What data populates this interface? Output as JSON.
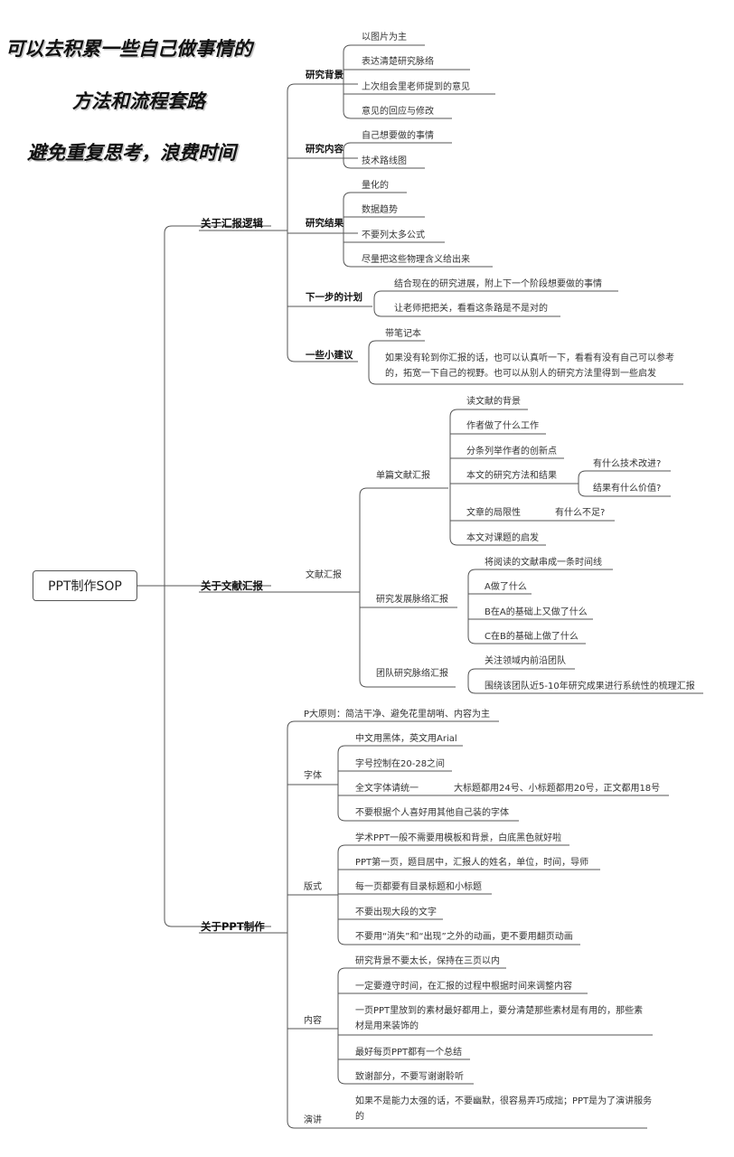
{
  "slogan": {
    "line1": "可以去积累一些自己做事情的",
    "line2": "方法和流程套路",
    "line3": "避免重复思考，浪费时间"
  },
  "root": "PPT制作SOP",
  "report_logic": {
    "title": "关于汇报逻辑",
    "background": {
      "title": "研究背景",
      "items": [
        "以图片为主",
        "表达清楚研究脉络",
        "上次组会里老师提到的意见",
        "意见的回应与修改"
      ]
    },
    "content": {
      "title": "研究内容",
      "items": [
        "自己想要做的事情",
        "技术路线图"
      ]
    },
    "results": {
      "title": "研究结果",
      "items": [
        "量化的",
        "数据趋势",
        "不要列太多公式",
        "尽量把这些物理含义给出来"
      ]
    },
    "next_plan": {
      "title": "下一步的计划",
      "items": [
        "结合现在的研究进展，附上下一个阶段想要做的事情",
        "让老师把把关，看看这条路是不是对的"
      ]
    },
    "tips": {
      "title": "一些小建议",
      "items": [
        "带笔记本",
        "如果没有轮到你汇报的话，也可以认真听一下，看看有没有自己可以参考的，拓宽一下自己的视野。也可以从别人的研究方法里得到一些启发"
      ]
    }
  },
  "literature_report": {
    "title": "关于文献汇报",
    "subtitle": "文献汇报",
    "single": {
      "title": "单篇文献汇报",
      "items": [
        "读文献的背景",
        "作者做了什么工作",
        "分条列举作者的创新点",
        "本文的研究方法和结果",
        "文章的局限性",
        "本文对课题的启发"
      ],
      "method_sub": [
        "有什么技术改进?",
        "结果有什么价值?"
      ],
      "limit_sub": "有什么不足?"
    },
    "development": {
      "title": "研究发展脉络汇报",
      "items": [
        "将阅读的文献串成一条时间线",
        "A做了什么",
        "B在A的基础上又做了什么",
        "C在B的基础上做了什么"
      ]
    },
    "team": {
      "title": "团队研究脉络汇报",
      "items": [
        "关注领域内前沿团队",
        "围绕该团队近5-10年研究成果进行系统性的梳理汇报"
      ]
    }
  },
  "ppt_making": {
    "title": "关于PPT制作",
    "principle": "P大原则：简洁干净、避免花里胡哨、内容为主",
    "font": {
      "title": "字体",
      "items": [
        "中文用黑体，英文用Arial",
        "字号控制在20-28之间",
        "全文字体请统一",
        "不要根据个人喜好用其他自己装的字体"
      ],
      "size_note": "大标题都用24号、小标题都用20号，正文都用18号"
    },
    "layout": {
      "title": "版式",
      "items": [
        "学术PPT一般不需要用模板和背景，白底黑色就好啦",
        "PPT第一页，题目居中，汇报人的姓名，单位，时间，导师",
        "每一页都要有目录标题和小标题",
        "不要出现大段的文字",
        "不要用“消失”和“出现”之外的动画，更不要用翻页动画"
      ]
    },
    "content": {
      "title": "内容",
      "items": [
        "研究背景不要太长，保持在三页以内",
        "一定要遵守时间，在汇报的过程中根据时间来调整内容",
        "一页PPT里放到的素材最好都用上，要分清楚那些素材是有用的，那些素材是用来装饰的",
        "最好每页PPT都有一个总结",
        "致谢部分，不要写谢谢聆听"
      ]
    },
    "speech": {
      "title": "演讲",
      "items": [
        "如果不是能力太强的话，不要幽默，很容易弄巧成拙；PPT是为了演讲服务的"
      ]
    }
  }
}
